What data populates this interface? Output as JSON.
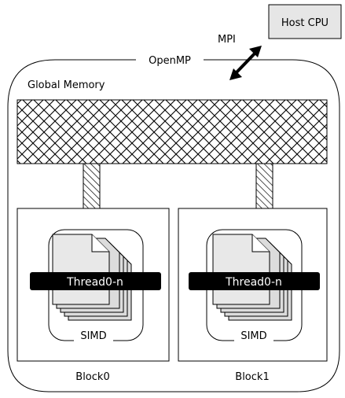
{
  "host_cpu": {
    "label": "Host CPU"
  },
  "mpi": {
    "label": "MPI"
  },
  "openmp": {
    "label": "OpenMP"
  },
  "global_memory": {
    "label": "Global Memory"
  },
  "blocks": [
    {
      "label": "Block0",
      "simd_label": "SIMD",
      "thread_label": "Thread0-n"
    },
    {
      "label": "Block1",
      "simd_label": "SIMD",
      "thread_label": "Thread0-n"
    }
  ],
  "colors": {
    "host_cpu_fill": "#e6e6e6",
    "page_fill": "#dcdcdc",
    "thread_bar": "#000000",
    "stroke": "#000000"
  }
}
